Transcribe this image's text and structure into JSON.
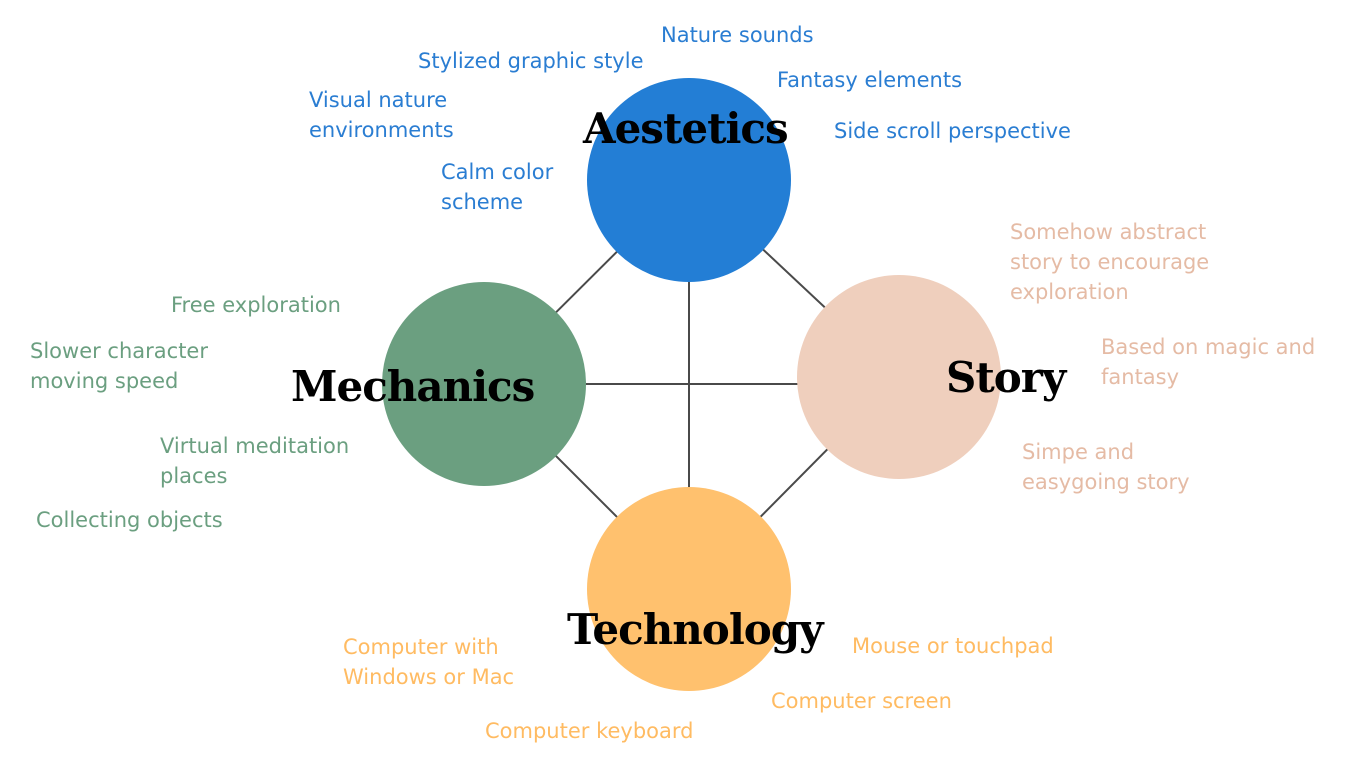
{
  "colors": {
    "aesthetics": "#237ed5",
    "story": "#efcfbd",
    "mechanics": "#6b9f80",
    "technology": "#ffc16e",
    "aesthetics_text": "#2a7dd2",
    "story_text": "#e5bba5",
    "mechanics_text": "#6b9f80",
    "technology_text": "#ffbb62",
    "connector": "#4a4a4a"
  },
  "nodes": {
    "aesthetics": {
      "title": "Aestetics",
      "notes": [
        "Nature sounds",
        "Stylized graphic style",
        "Fantasy elements",
        "Visual nature\nenvironments",
        "Side scroll perspective",
        "Calm color\nscheme"
      ]
    },
    "story": {
      "title": "Story",
      "notes": [
        "Somehow abstract\nstory to encourage\nexploration",
        "Based on magic and\nfantasy",
        "Simpe and\neasygoing story"
      ]
    },
    "mechanics": {
      "title": "Mechanics",
      "notes": [
        "Free exploration",
        "Slower character\nmoving speed",
        "Virtual meditation\nplaces",
        "Collecting objects"
      ]
    },
    "technology": {
      "title": "Technology",
      "notes": [
        "Mouse or touchpad",
        "Computer with\nWindows or Mac",
        "Computer screen",
        "Computer keyboard"
      ]
    }
  }
}
